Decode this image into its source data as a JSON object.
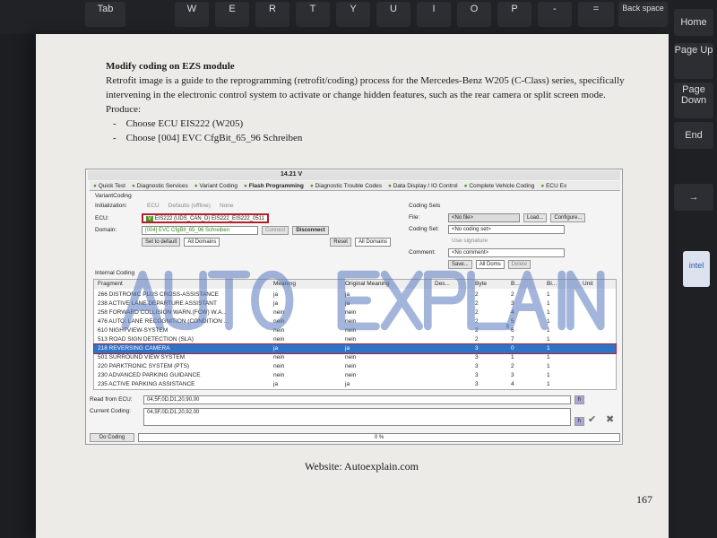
{
  "keyboard": {
    "keys": [
      "Tab",
      "W",
      "E",
      "R",
      "T",
      "Y",
      "U",
      "I",
      "O",
      "P",
      "-",
      "=",
      "Back space",
      "Home"
    ],
    "side_keys": [
      "Page Up",
      "Page Down",
      "End",
      "→"
    ],
    "sticker": "intel"
  },
  "doc": {
    "heading": "Modify coding on EZS module",
    "para1": "Retrofit image is a guide to the reprogramming (retrofit/coding) process for the Mercedes-Benz W205 (C-Class) series, specifically",
    "para2": "intervening in the electronic control system to activate or change hidden features, such as the rear camera or split screen mode.",
    "para3": "Produce:",
    "bullets": [
      "Choose ECU EIS222 (W205)",
      "Choose [004] EVC CfgBit_65_96 Schreiben"
    ],
    "website": "Website: Autoexplain.com",
    "page_number": "167",
    "watermark": "AUTO EXPLAIN"
  },
  "app": {
    "voltage": "14.21 V",
    "tabs": [
      "Quick Test",
      "Diagnostic Services",
      "Variant Coding",
      "Flash Programming",
      "Diagnostic Trouble Codes",
      "Data Display / IO Control",
      "Complete Vehicle Coding",
      "ECU Ex"
    ],
    "subtab": "VariantCoding",
    "init_label": "Initialization:",
    "init_options": [
      "ECU",
      "Defaults (offline)",
      "None"
    ],
    "ecu_label": "ECU:",
    "ecu_value": "EIS222 (UDS_CAN_D) EIS222_EIS222_0511",
    "domain_label": "Domain:",
    "domain_value": "[004] EVC CfgBit_65_96 Schreiben",
    "connect": "Connect",
    "disconnect": "Disconnect",
    "set_default": "Set to default",
    "all_domains": "All Domains",
    "reset": "Reset",
    "coding_sets": "Coding Sets",
    "file_label": "File:",
    "file_value": "<No file>",
    "load": "Load...",
    "configure": "Configure...",
    "coding_set_label": "Coding Set:",
    "coding_set_value": "<No coding set>",
    "use_signature": "Use signature",
    "comment_label": "Comment:",
    "comment_value": "<No comment>",
    "save": "Save...",
    "all_doms": "All Doms",
    "delete": "Delete",
    "internal_coding": "Internal Coding",
    "columns": [
      "Fragment",
      "Meaning",
      "Original Meaning",
      "Des...",
      "Byte",
      "B...",
      "Bi...",
      "Unit"
    ],
    "rows": [
      [
        "266 DISTRONIC PLUS CROSS-ASSISTANCE",
        "ja",
        "ja",
        "2",
        "2",
        "1"
      ],
      [
        "238 ACTIVE LANE DEPARTURE ASSISTANT",
        "ja",
        "ja",
        "2",
        "3",
        "1"
      ],
      [
        "258 FORWARD COLLISION WARN.(FCW) W.A...",
        "nein",
        "nein",
        "2",
        "4",
        "1"
      ],
      [
        "476 AUTO. LANE RECOGNITION (CONDITION ...",
        "nein",
        "nein",
        "2",
        "5",
        "1"
      ],
      [
        "610 NIGHTVIEW-SYSTEM",
        "nein",
        "nein",
        "2",
        "6",
        "1"
      ],
      [
        "513 ROAD SIGN DETECTION (SLA)",
        "nein",
        "nein",
        "2",
        "7",
        "1"
      ],
      [
        "218 REVERSING CAMERA",
        "ja",
        "ja",
        "3",
        "0",
        "1"
      ],
      [
        "501 SURROUND VIEW SYSTEM",
        "nein",
        "nein",
        "3",
        "1",
        "1"
      ],
      [
        "220 PARKTRONIC SYSTEM (PTS)",
        "nein",
        "nein",
        "3",
        "2",
        "1"
      ],
      [
        "230 ADVANCED PARKING GUIDANCE",
        "nein",
        "nein",
        "3",
        "3",
        "1"
      ],
      [
        "235 ACTIVE PARKING ASSISTANCE",
        "ja",
        "ja",
        "3",
        "4",
        "1"
      ]
    ],
    "read_label": "Read from ECU:",
    "read_value": "04,5F,0D,D1,20,90,00",
    "current_label": "Current Coding:",
    "current_value": "04,5F,0D,D1,20,92,00",
    "h": "h",
    "do_coding": "Do Coding",
    "progress": "0 %",
    "highlight_color": "#b0202a",
    "select_color": "#2e73c8"
  }
}
